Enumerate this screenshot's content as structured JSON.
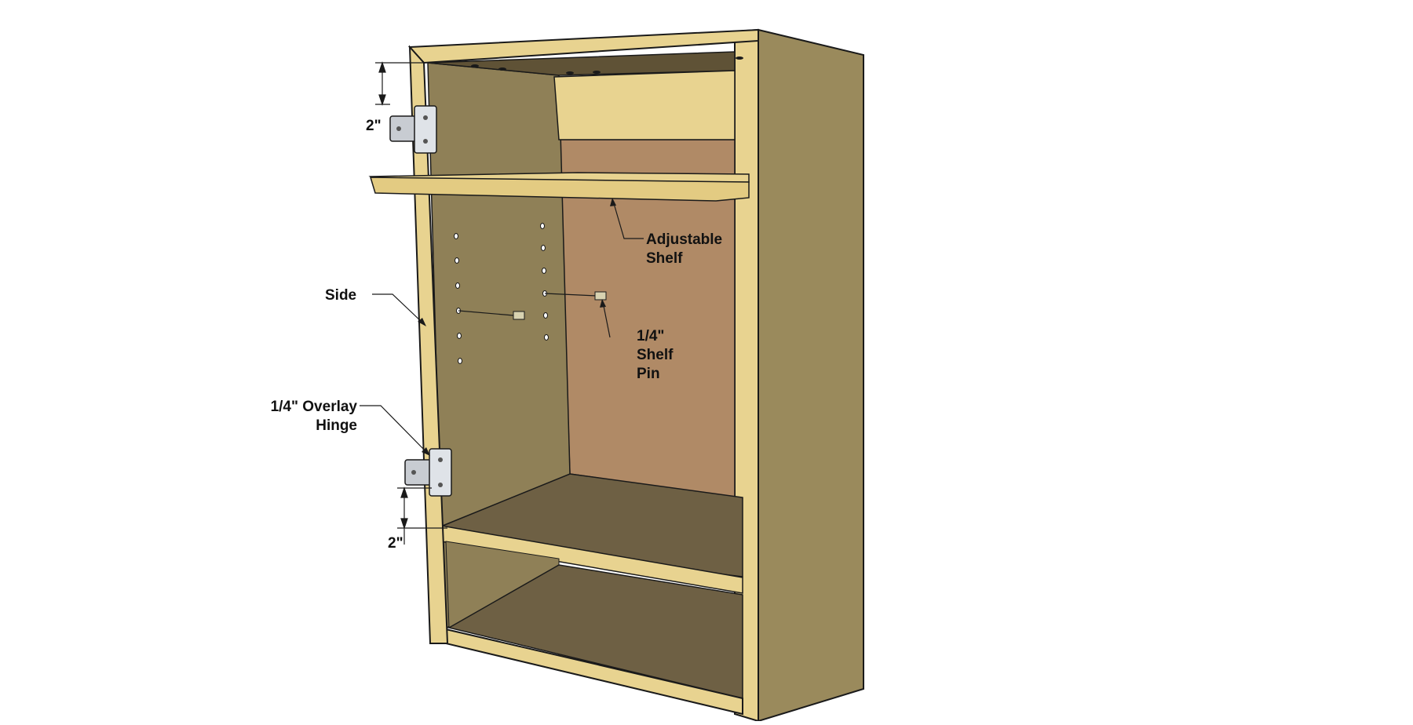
{
  "labels": {
    "side": "Side",
    "adjustable_shelf_line1": "Adjustable",
    "adjustable_shelf_line2": "Shelf",
    "shelf_pin_line1": "1/4\"",
    "shelf_pin_line2": "Shelf",
    "shelf_pin_line3": "Pin",
    "overlay_hinge_line1": "1/4\" Overlay",
    "overlay_hinge_line2": "Hinge",
    "dim_top": "2\"",
    "dim_bottom": "2\""
  },
  "colors": {
    "edge_light": "#e8d390",
    "side_panel_dark": "#9a8a5c",
    "inner_side": "#8f8057",
    "back_panel": "#b08a66",
    "floor_dark": "#6e6044",
    "outline": "#1a1a1a",
    "hinge_metal": "#c8ccd2"
  }
}
